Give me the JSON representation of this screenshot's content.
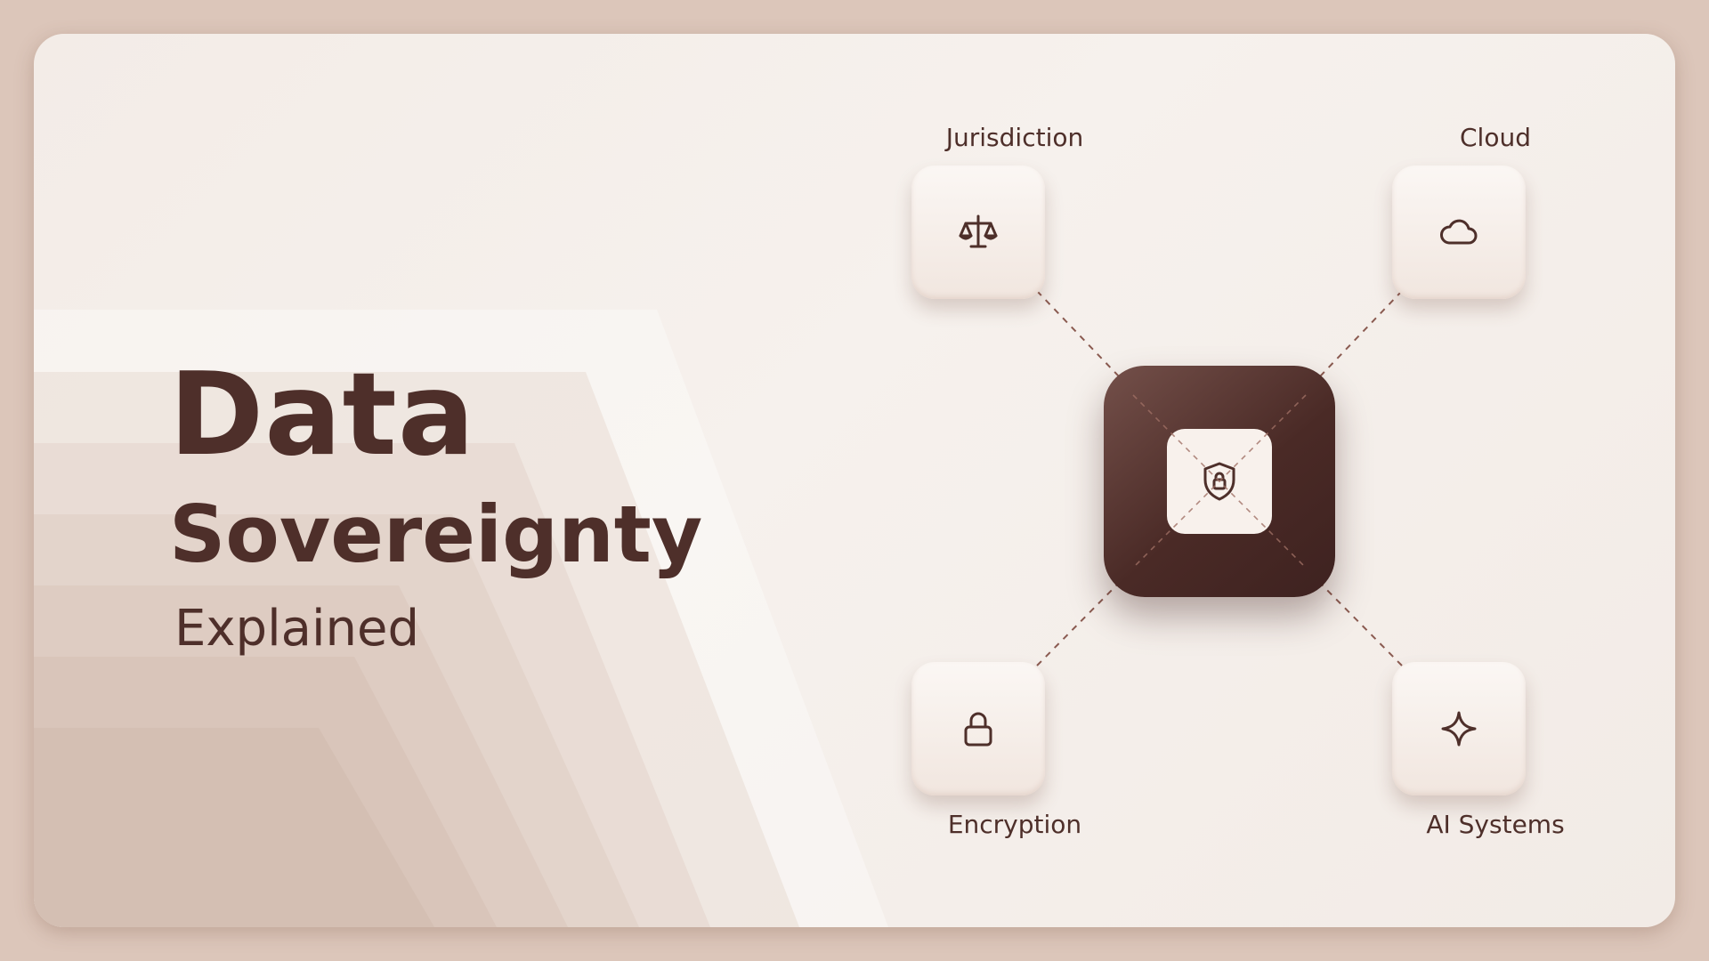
{
  "title": {
    "main": "Data",
    "sub": "Sovereignty",
    "tagline": "Explained"
  },
  "nodes": {
    "jurisdiction": {
      "label": "Jurisdiction",
      "icon": "scales-icon"
    },
    "cloud": {
      "label": "Cloud",
      "icon": "cloud-icon"
    },
    "encryption": {
      "label": "Encryption",
      "icon": "lock-icon"
    },
    "ai_systems": {
      "label": "AI Systems",
      "icon": "sparkle-icon"
    }
  },
  "hub": {
    "icon": "shield-lock-icon"
  },
  "colors": {
    "text": "#4e2f2a",
    "hub_dark": "#4a2a26",
    "tile_light": "#fbf7f4",
    "frame": "#dcc6ba",
    "connector": "#8a5a50"
  }
}
